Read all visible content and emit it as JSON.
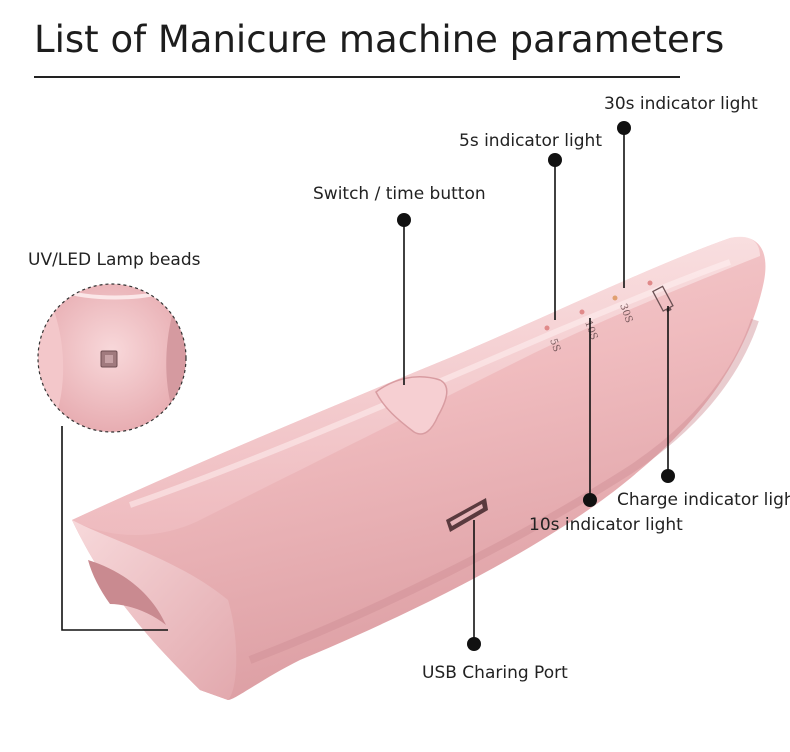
{
  "title": "List of Manicure machine parameters",
  "callouts": {
    "thirty_s": "30s indicator light",
    "five_s": "5s indicator light",
    "switch": "Switch / time button",
    "lamp_beads": "UV/LED Lamp beads",
    "charge": "Charge indicator light",
    "ten_s": "10s indicator light",
    "usb": "USB Charing Port"
  },
  "device_marks": {
    "m5": "5S",
    "m10": "10S",
    "m30": "30S"
  },
  "colors": {
    "device_pink": "#f0bcbf",
    "device_shadow": "#d99a9f",
    "line": "#111111",
    "indicator_dot": "#e0a070"
  }
}
